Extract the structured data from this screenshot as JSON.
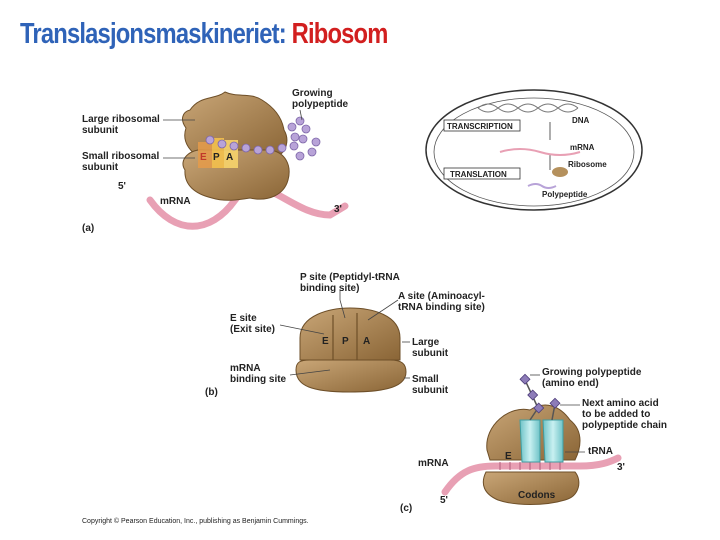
{
  "title": {
    "prefix": "Translasjonsmaskineriet:",
    "highlight": "Ribosom"
  },
  "colors": {
    "title_blue": "#2f63b8",
    "title_red": "#d21f1f",
    "ribosome": "#9e7b4a",
    "mrna": "#e8a0b4",
    "trna": "#8fd3d6",
    "peptide": "#b8a3d8"
  },
  "panel_a": {
    "label": "(a)",
    "large_subunit": [
      "Large ribosomal",
      "subunit"
    ],
    "small_subunit": [
      "Small ribosomal",
      "subunit"
    ],
    "growing": [
      "Growing",
      "polypeptide"
    ],
    "five_prime": "5'",
    "three_prime": "3'",
    "mrna": "mRNA",
    "sites": [
      "E",
      "P",
      "A"
    ]
  },
  "inset": {
    "dna": "DNA",
    "transcription": "TRANSCRIPTION",
    "mrna": "mRNA",
    "ribosome": "Ribosome",
    "translation": "TRANSLATION",
    "polypeptide": "Polypeptide"
  },
  "panel_b": {
    "label": "(b)",
    "p_site": [
      "P site (Peptidyl-tRNA",
      "binding site)"
    ],
    "a_site": [
      "A site (Aminoacyl-",
      "tRNA binding site)"
    ],
    "e_site": [
      "E site",
      "(Exit site)"
    ],
    "mrna_site": [
      "mRNA",
      "binding site"
    ],
    "large": [
      "Large",
      "subunit"
    ],
    "small": [
      "Small",
      "subunit"
    ],
    "sites": [
      "E",
      "P",
      "A"
    ]
  },
  "panel_c": {
    "label": "(c)",
    "growing": [
      "Growing polypeptide",
      "(amino end)"
    ],
    "next": [
      "Next amino acid",
      "to be added to",
      "polypeptide chain"
    ],
    "trna": "tRNA",
    "mrna": "mRNA",
    "e": "E",
    "codons": "Codons",
    "five_prime": "5'",
    "three_prime": "3'"
  },
  "copyright": "Copyright © Pearson Education, Inc., publishing as Benjamin Cummings."
}
